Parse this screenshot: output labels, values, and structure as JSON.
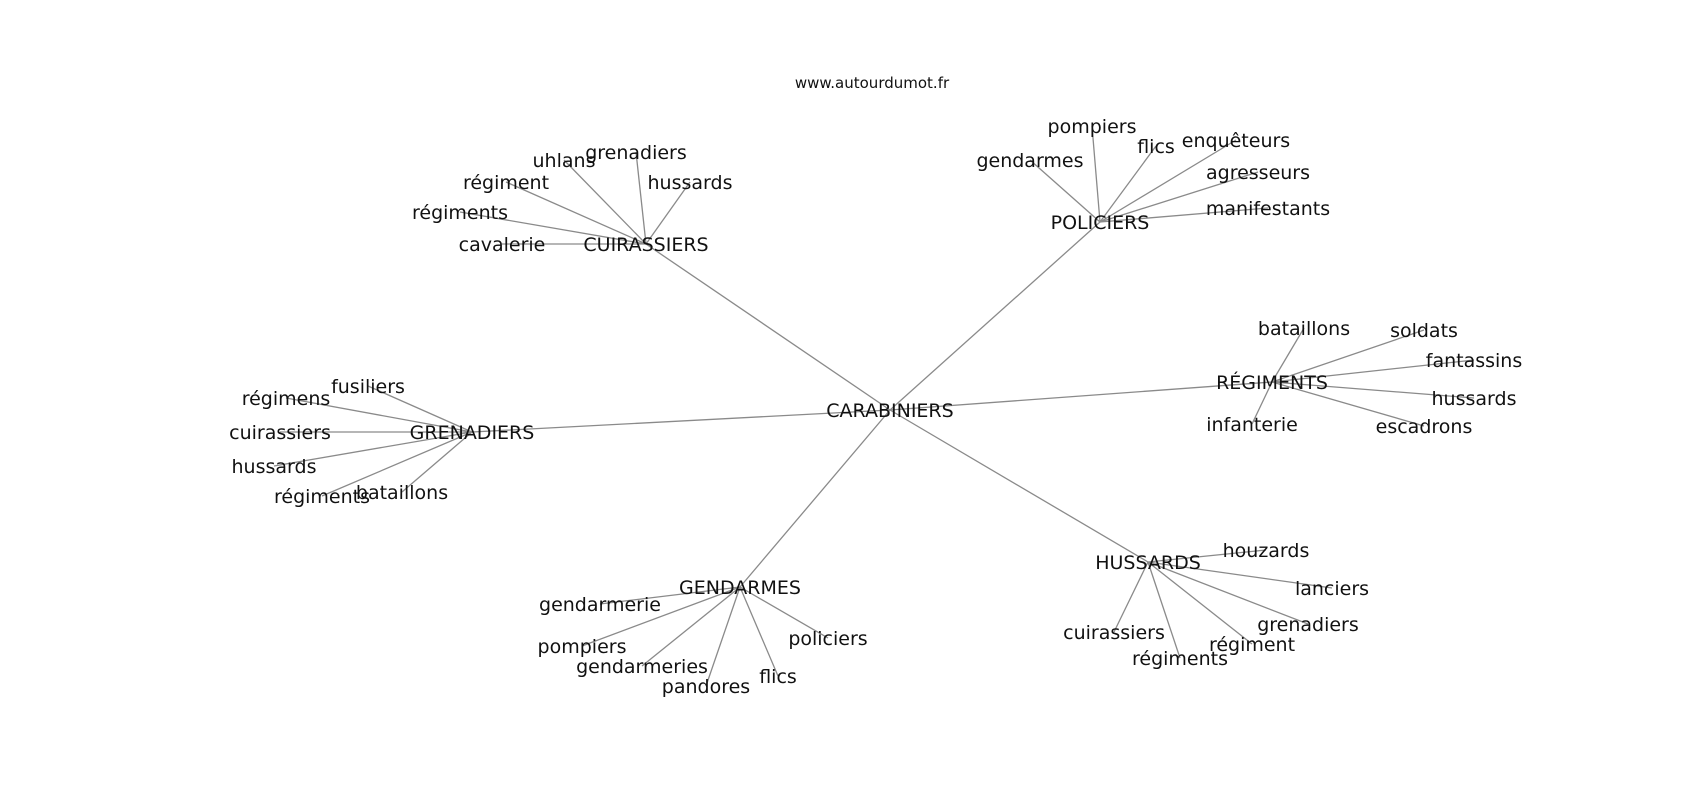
{
  "source_label": "www.autourdumot.fr",
  "center": "CARABINIERS",
  "clusters": [
    {
      "hub": "CUIRASSIERS",
      "leaves": [
        "uhlans",
        "grenadiers",
        "régiment",
        "hussards",
        "régiments",
        "cavalerie"
      ]
    },
    {
      "hub": "POLICIERS",
      "leaves": [
        "pompiers",
        "gendarmes",
        "flics",
        "enquêteurs",
        "agresseurs",
        "manifestants"
      ]
    },
    {
      "hub": "RÉGIMENTS",
      "leaves": [
        "bataillons",
        "soldats",
        "fantassins",
        "hussards",
        "infanterie",
        "escadrons"
      ]
    },
    {
      "hub": "GRENADIERS",
      "leaves": [
        "fusiliers",
        "régimens",
        "cuirassiers",
        "hussards",
        "régiments",
        "bataillons"
      ]
    },
    {
      "hub": "GENDARMES",
      "leaves": [
        "gendarmerie",
        "policiers",
        "pompiers",
        "gendarmeries",
        "pandores",
        "flics"
      ]
    },
    {
      "hub": "HUSSARDS",
      "leaves": [
        "houzards",
        "lanciers",
        "grenadiers",
        "cuirassiers",
        "régiment",
        "régiments"
      ]
    }
  ]
}
